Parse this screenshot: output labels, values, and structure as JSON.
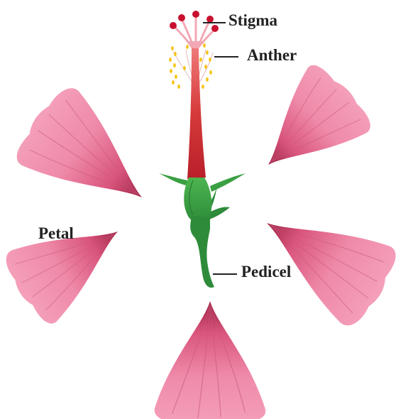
{
  "diagram": {
    "labels": {
      "stigma": "Stigma",
      "anther": "Anther",
      "petal": "Petal",
      "pedicel": "Pedicel"
    },
    "colors": {
      "petal_light": "#ef8aa9",
      "petal_dark": "#9b1f3f",
      "style_red": "#d63a3a",
      "stigma_red": "#c8102e",
      "anther_yellow": "#f4c20d",
      "sepal_green": "#3aa043",
      "pedicel_green": "#2e8b3a",
      "leader_line": "#222222"
    }
  }
}
